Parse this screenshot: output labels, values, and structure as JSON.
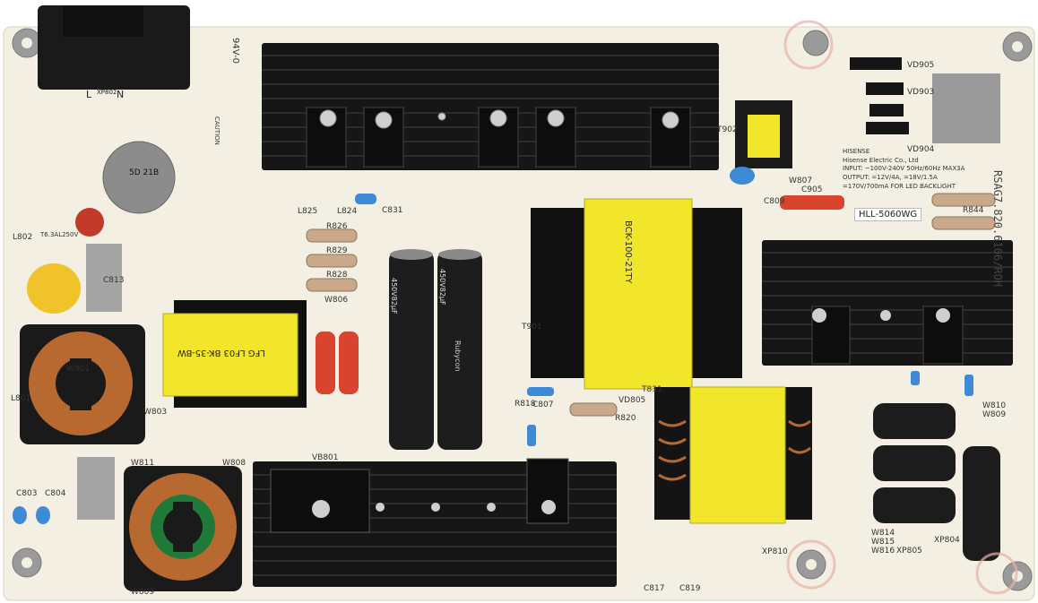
{
  "image": {
    "model_label": "HLL-5060WG",
    "part_number": "RSAG7.820.6106/ROH",
    "brand": "HISENSE",
    "maker": "Hisense Electric Co., Ltd",
    "spec_input": "INPUT: ~100V-240V 50Hz/60Hz MAX3A",
    "spec_output1": "OUTPUT: =12V/4A, =18V/1.5A",
    "spec_output2": "=170V/700mA FOR LED BACKLIGHT",
    "flame_rating": "94V-0",
    "fuse_label": "T6.3AL250V",
    "caution": "CAUTION",
    "transformer_left": "LFG LF03 BK-35-BW",
    "transformer_main": "BCK-100-21TY",
    "cap_rating_1": "450V82µF",
    "cap_rating_2": "450V82µF",
    "cap_brand": "Rubycon",
    "connector_l": "L",
    "connector_n": "N",
    "connector_xp802": "XP802",
    "varistor": "5D 21B",
    "designators": [
      "L825",
      "L824",
      "R826",
      "R829",
      "R828",
      "W806",
      "W807",
      "C905",
      "C809",
      "VD905",
      "VD903",
      "VD904",
      "R844",
      "W810",
      "W809",
      "W814",
      "W815",
      "W816",
      "XP805",
      "XP804",
      "XP810",
      "C817",
      "C819",
      "R818",
      "R820",
      "VD805",
      "C807",
      "W801",
      "C813",
      "W803",
      "W808",
      "W811",
      "W809",
      "L801",
      "L802",
      "T901",
      "T902",
      "T831",
      "VB801",
      "C831",
      "C803",
      "C804"
    ]
  },
  "colors": {
    "board": "#f3efe2",
    "heatsink": "#151515",
    "yellow_tape": "#f2e62b",
    "copper": "#b8692f",
    "cap_blue": "#3d8ad6",
    "resistor": "#c9a98a"
  }
}
